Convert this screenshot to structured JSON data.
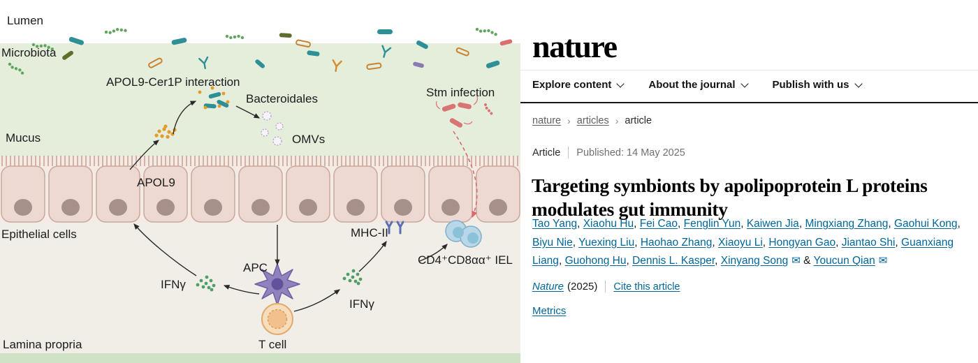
{
  "figure": {
    "labels": {
      "lumen": "Lumen",
      "microbiota": "Microbiota",
      "apol9_interaction": "APOL9-Cer1P interaction",
      "bacteroidales": "Bacteroidales",
      "omvs": "OMVs",
      "stm_infection": "Stm infection",
      "mucus": "Mucus",
      "apol9": "APOL9",
      "epithelial_cells": "Epithelial cells",
      "mhc2": "MHC-II",
      "iel": "CD4⁺CD8αα⁺ IEL",
      "ifng_left": "IFNγ",
      "apc": "APC",
      "ifng_right": "IFNγ",
      "t_cell": "T cell",
      "lamina_propria": "Lamina propria"
    }
  },
  "site": {
    "logo": "nature",
    "nav": [
      {
        "label": "Explore content"
      },
      {
        "label": "About the journal"
      },
      {
        "label": "Publish with us"
      }
    ],
    "breadcrumb": {
      "items": [
        {
          "label": "nature"
        },
        {
          "label": "articles"
        },
        {
          "label": "article"
        }
      ],
      "separator": "›"
    }
  },
  "article": {
    "type_label": "Article",
    "published": "Published: 14 May 2025",
    "title": "Targeting symbionts by apolipoprotein L proteins modulates gut immunity",
    "authors": [
      {
        "name": "Tao Yang",
        "sep": ", ",
        "email": false
      },
      {
        "name": "Xiaohu Hu",
        "sep": ", ",
        "email": false
      },
      {
        "name": "Fei Cao",
        "sep": ", ",
        "email": false
      },
      {
        "name": "Fenglin Yun",
        "sep": ", ",
        "email": false
      },
      {
        "name": "Kaiwen Jia",
        "sep": ", ",
        "email": false
      },
      {
        "name": "Mingxiang Zhang",
        "sep": ", ",
        "email": false
      },
      {
        "name": "Gaohui Kong",
        "sep": ", ",
        "email": false
      },
      {
        "name": "Biyu Nie",
        "sep": ", ",
        "email": false
      },
      {
        "name": "Yuexing Liu",
        "sep": ", ",
        "email": false
      },
      {
        "name": "Haohao Zhang",
        "sep": ", ",
        "email": false
      },
      {
        "name": "Xiaoyu Li",
        "sep": ", ",
        "email": false
      },
      {
        "name": "Hongyan Gao",
        "sep": ", ",
        "email": false
      },
      {
        "name": "Jiantao Shi",
        "sep": ", ",
        "email": false
      },
      {
        "name": "Guanxiang Liang",
        "sep": ", ",
        "email": false
      },
      {
        "name": "Guohong Hu",
        "sep": ", ",
        "email": false
      },
      {
        "name": "Dennis L. Kasper",
        "sep": ", ",
        "email": false
      },
      {
        "name": "Xinyang Song",
        "sep": " & ",
        "email": true
      },
      {
        "name": "Youcun Qian",
        "sep": "",
        "email": true
      }
    ],
    "journal": "Nature",
    "year": "(2025)",
    "cite": "Cite this article",
    "metrics": "Metrics"
  },
  "icons": {
    "email": "✉"
  },
  "colors": {
    "link": "#006699",
    "rule_dark": "#171717"
  }
}
